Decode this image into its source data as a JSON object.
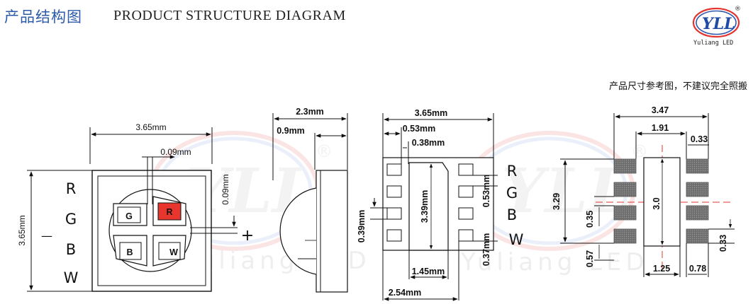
{
  "header": {
    "title_cn": "产品结构图",
    "title_en": "PRODUCT STRUCTURE DIAGRAM",
    "note": "产品尺寸参考图，不建议完全照搬"
  },
  "logo": {
    "mark": "YLL",
    "registered": "®",
    "subtitle": "Yuliang LED"
  },
  "watermark": {
    "mark": "YLL",
    "registered": "®",
    "text": "Yuliang LED"
  },
  "front_view": {
    "width": "3.65mm",
    "height": "3.65mm",
    "gap_h": "0.09mm",
    "gap_v": "0.09mm",
    "rgbw": [
      "R",
      "G",
      "B",
      "W"
    ],
    "chips": [
      "G",
      "R",
      "B",
      "W"
    ],
    "minus": "—",
    "plus": "+",
    "chip_red": "#e8362e"
  },
  "side_view": {
    "total": "2.3mm",
    "base": "0.9mm"
  },
  "bottom_view": {
    "width": "3.65mm",
    "pad_offset": "0.53mm",
    "pad_width": "0.38mm",
    "center_h": "3.39mm",
    "pad_h_left": "0.39mm",
    "pad_h_right": "0.53mm",
    "pad_gap": "0.37mm",
    "center_w": "1.45mm",
    "pitch": "2.54mm",
    "rgbw": [
      "R",
      "G",
      "B",
      "W"
    ]
  },
  "footprint": {
    "width": "3.47",
    "center_w": "1.91",
    "pad_w": "0.33",
    "height": "3.29",
    "center_h": "3.0",
    "gap": "0.35",
    "pad_bottom": "0.57",
    "pad_h_right": "0.33",
    "pitch": "1.25",
    "pad_len": "0.78",
    "pad_color": "#7a7a7a"
  }
}
